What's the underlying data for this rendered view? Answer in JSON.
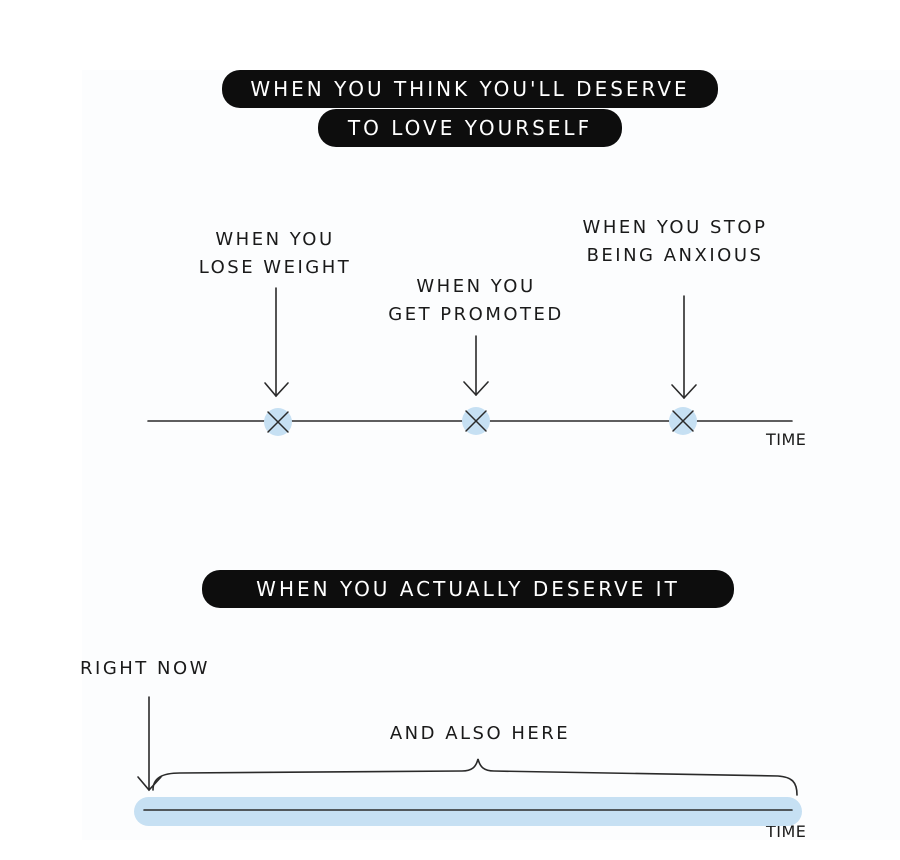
{
  "top": {
    "title_line1": "WHEN YOU THINK YOU'LL DESERVE",
    "title_line2": "TO LOVE YOURSELF",
    "events": [
      {
        "line1": "WHEN YOU",
        "line2": "LOSE WEIGHT"
      },
      {
        "line1": "WHEN YOU",
        "line2": "GET PROMOTED"
      },
      {
        "line1": "WHEN YOU STOP",
        "line2": "BEING ANXIOUS"
      }
    ],
    "axis_label": "TIME"
  },
  "bottom": {
    "title": "WHEN YOU ACTUALLY DESERVE IT",
    "now_label": "RIGHT NOW",
    "brace_label": "AND ALSO HERE",
    "axis_label": "TIME"
  },
  "colors": {
    "pill": "#0d0d0d",
    "marker": "#c6e0f3",
    "ink": "#2a2a2a"
  }
}
